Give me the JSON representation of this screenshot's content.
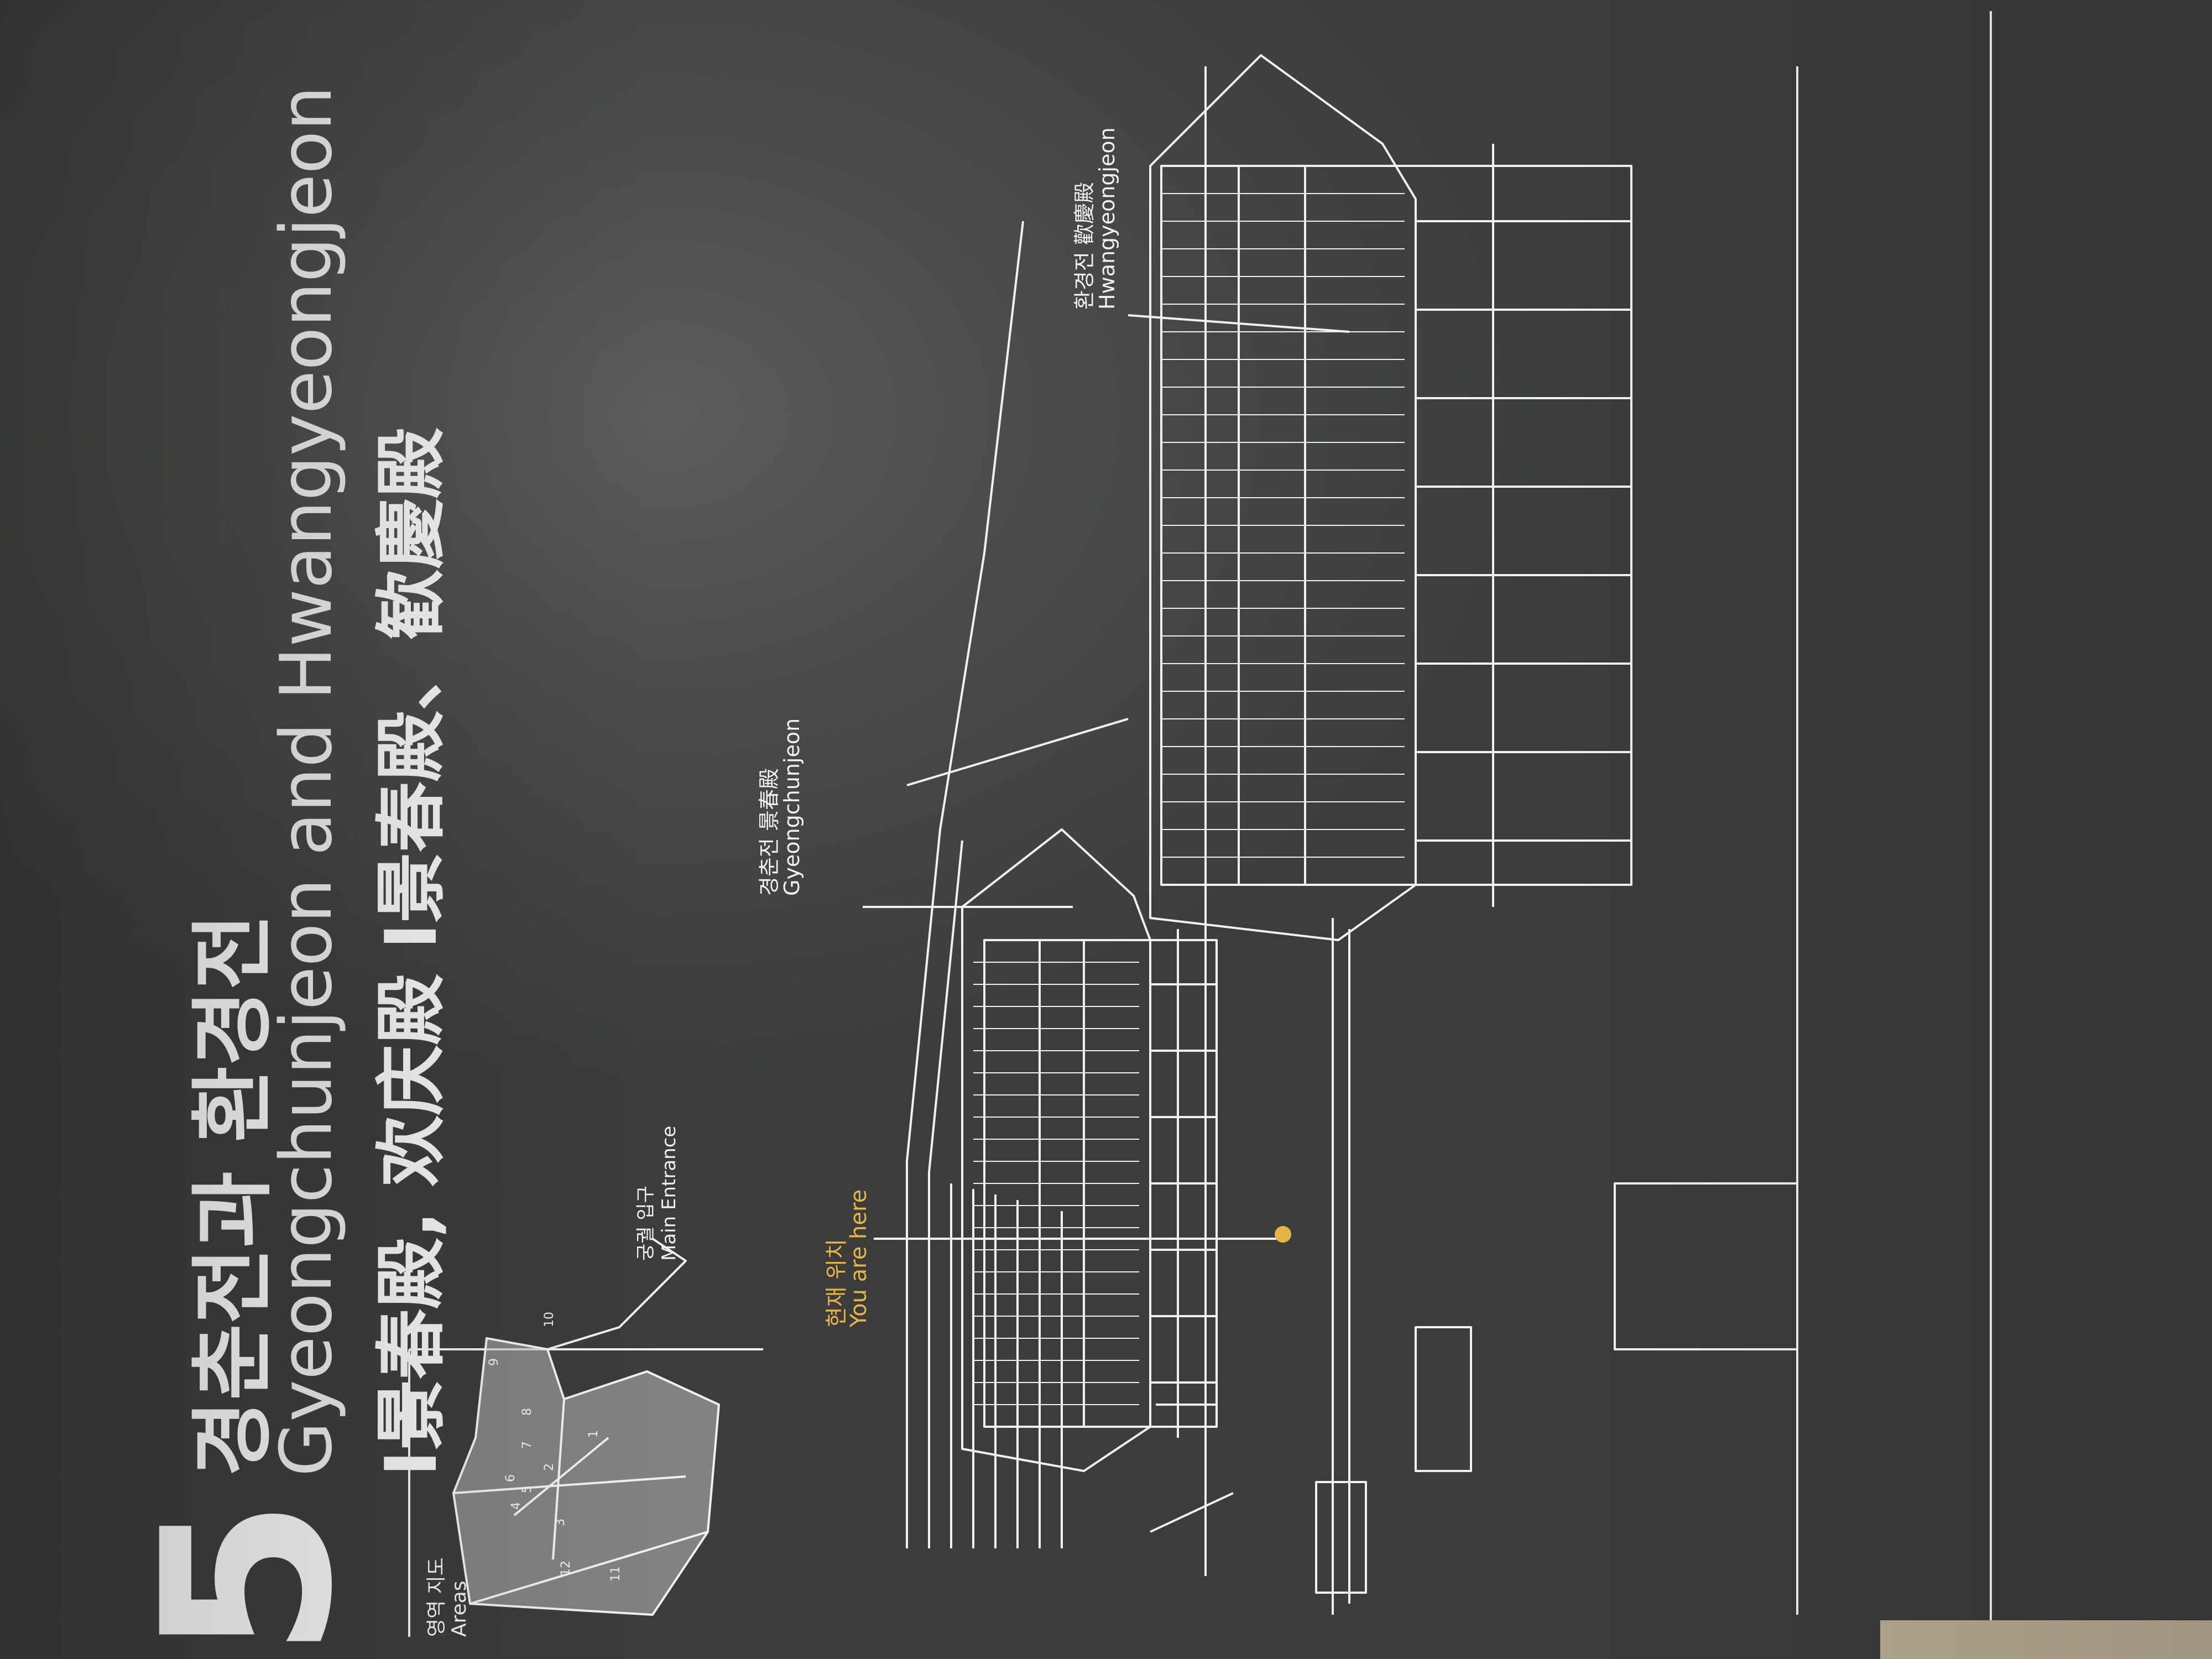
{
  "sign": {
    "number": "5",
    "title_korean": "경춘전과 환경전",
    "title_english": "Gyeongchunjeon and Hwangyeongjeon",
    "title_chinese": "I景春殿, 欢庆殿 I景春殿、歓慶殿",
    "areas_label_korean": "영역 지도",
    "areas_label_english": "Areas",
    "main_entrance_korean": "궁궐 입구",
    "main_entrance_english": "Main Entrance",
    "you_are_here_korean": "현재 위치",
    "you_are_here_english": "You are here",
    "gyeongchunjeon_label": "경춘전 景春殿",
    "gyeongchunjeon_english": "Gyeongchunjeon",
    "hwangyeongjeon_label": "환경전 歡慶殿",
    "hwangyeongjeon_english": "Hwangyeongjeon",
    "map_area_numbers": [
      "1",
      "2",
      "3",
      "4",
      "5",
      "6",
      "7",
      "8",
      "9",
      "10",
      "11",
      "12"
    ]
  },
  "colors": {
    "panel": "#4a4b49",
    "line_art": "#f0f0ee",
    "highlight": "#e4b64a"
  }
}
